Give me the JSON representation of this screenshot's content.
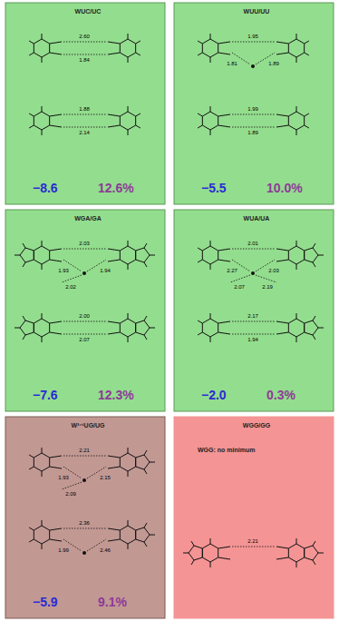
{
  "diagram": {
    "nodes": [
      {
        "text": [
          "WUC/UC",
          "−8.6",
          "12.6%"
        ]
      },
      {
        "text": [
          "WUU/UU",
          "−5.5",
          "10.0%"
        ]
      },
      {
        "text": [
          "WGA/GA",
          "−7.6",
          "12.3%"
        ]
      },
      {
        "text": [
          "WUA/UA",
          "−2.0",
          "0.3%"
        ]
      },
      {
        "text": [
          "W³⁷¹UG/UG",
          "−5.9",
          "9.1%"
        ]
      },
      {
        "text": [
          "WGG/GG",
          "WGG: no minimum"
        ]
      }
    ],
    "labels": [
      "2.60",
      "1.84",
      "1.88",
      "2.14",
      "1.95",
      "1.81",
      "1.89",
      "1.99",
      "1.89",
      "2.03",
      "1.93",
      "1.94",
      "2.02",
      "2.00",
      "2.07",
      "2.01",
      "2.27",
      "2.03",
      "2.07",
      "2.19",
      "2.17",
      "1.94",
      "2.21",
      "1.93",
      "2.15",
      "2.09",
      "2.36",
      "1.99",
      "2.46",
      "2.21"
    ]
  }
}
